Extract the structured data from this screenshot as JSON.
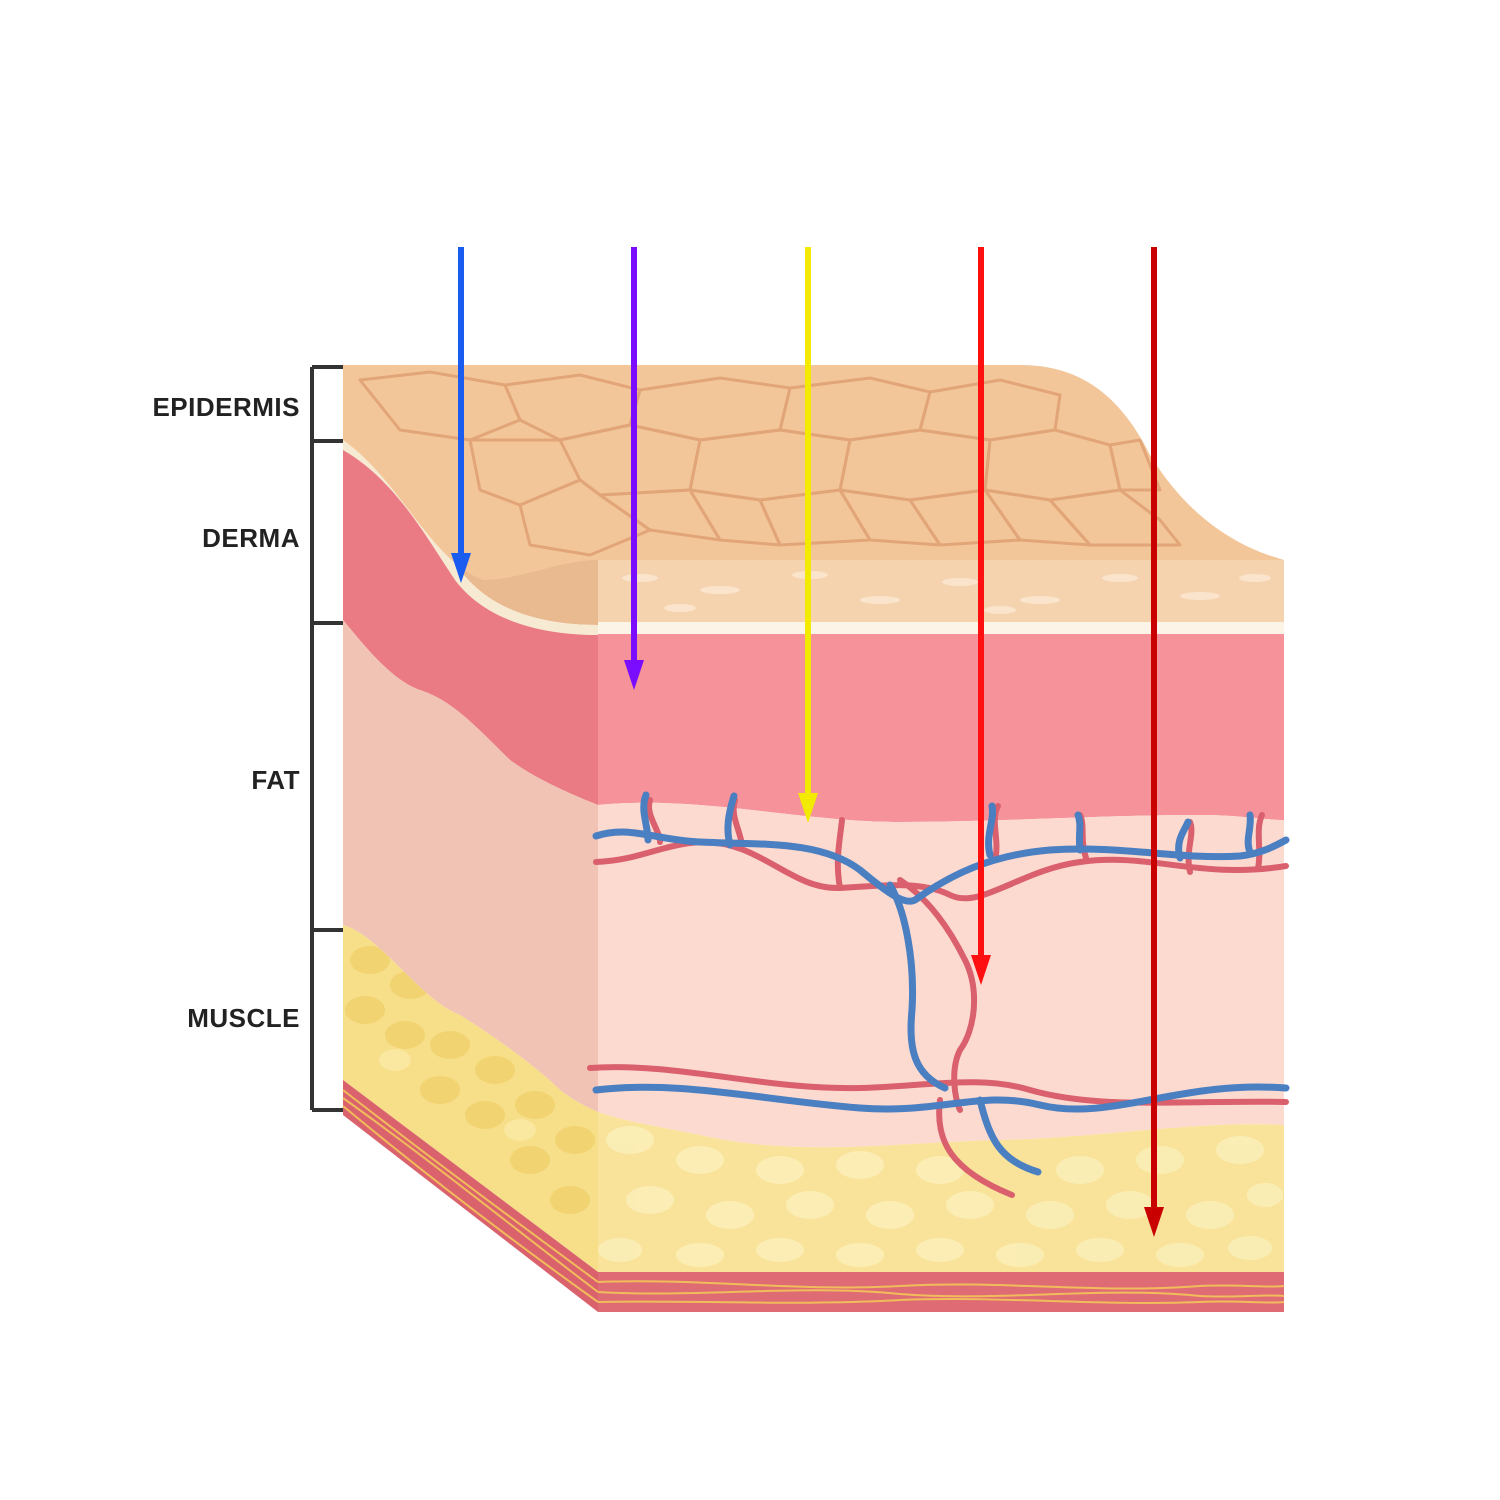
{
  "labels": {
    "epidermis": "EPIDERMIS",
    "derma": "DERMA",
    "fat": "FAT",
    "muscle": "MUSCLE"
  },
  "arrows": [
    {
      "color": "#1a5cf0",
      "reaches": "epidermis"
    },
    {
      "color": "#7a0cff",
      "reaches": "derma"
    },
    {
      "color": "#f2ea00",
      "reaches": "derma"
    },
    {
      "color": "#ff1010",
      "reaches": "fat"
    },
    {
      "color": "#c80000",
      "reaches": "muscle"
    }
  ],
  "colors": {
    "epidermis_top": "#f3c69a",
    "epidermis_edge": "#e9b98f",
    "epidermis_front": "#f6d3af",
    "dermis_front": "#f5929a",
    "dermis_side": "#ea7a84",
    "fat_front": "#fcdad0",
    "fat_side": "#f1c3b5",
    "hypo_front": "#f9e39a",
    "muscle_front": "#df6b74",
    "vein": "#4a7fc1",
    "artery": "#d9606c",
    "bracket": "#333333"
  }
}
